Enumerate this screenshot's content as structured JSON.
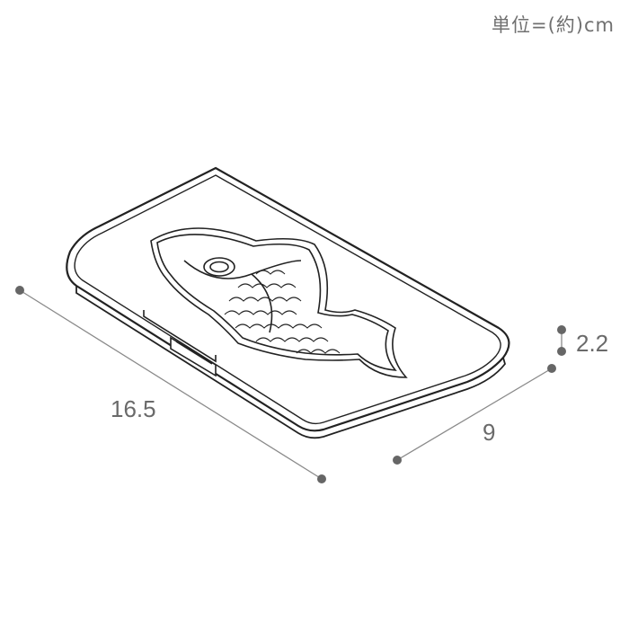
{
  "unit_label": "単位=(約)cm",
  "dimensions": {
    "length": "16.5",
    "width": "9",
    "height": "2.2"
  },
  "colors": {
    "outline": "#222222",
    "dimension_line": "#888888",
    "dimension_dot": "#666666"
  }
}
